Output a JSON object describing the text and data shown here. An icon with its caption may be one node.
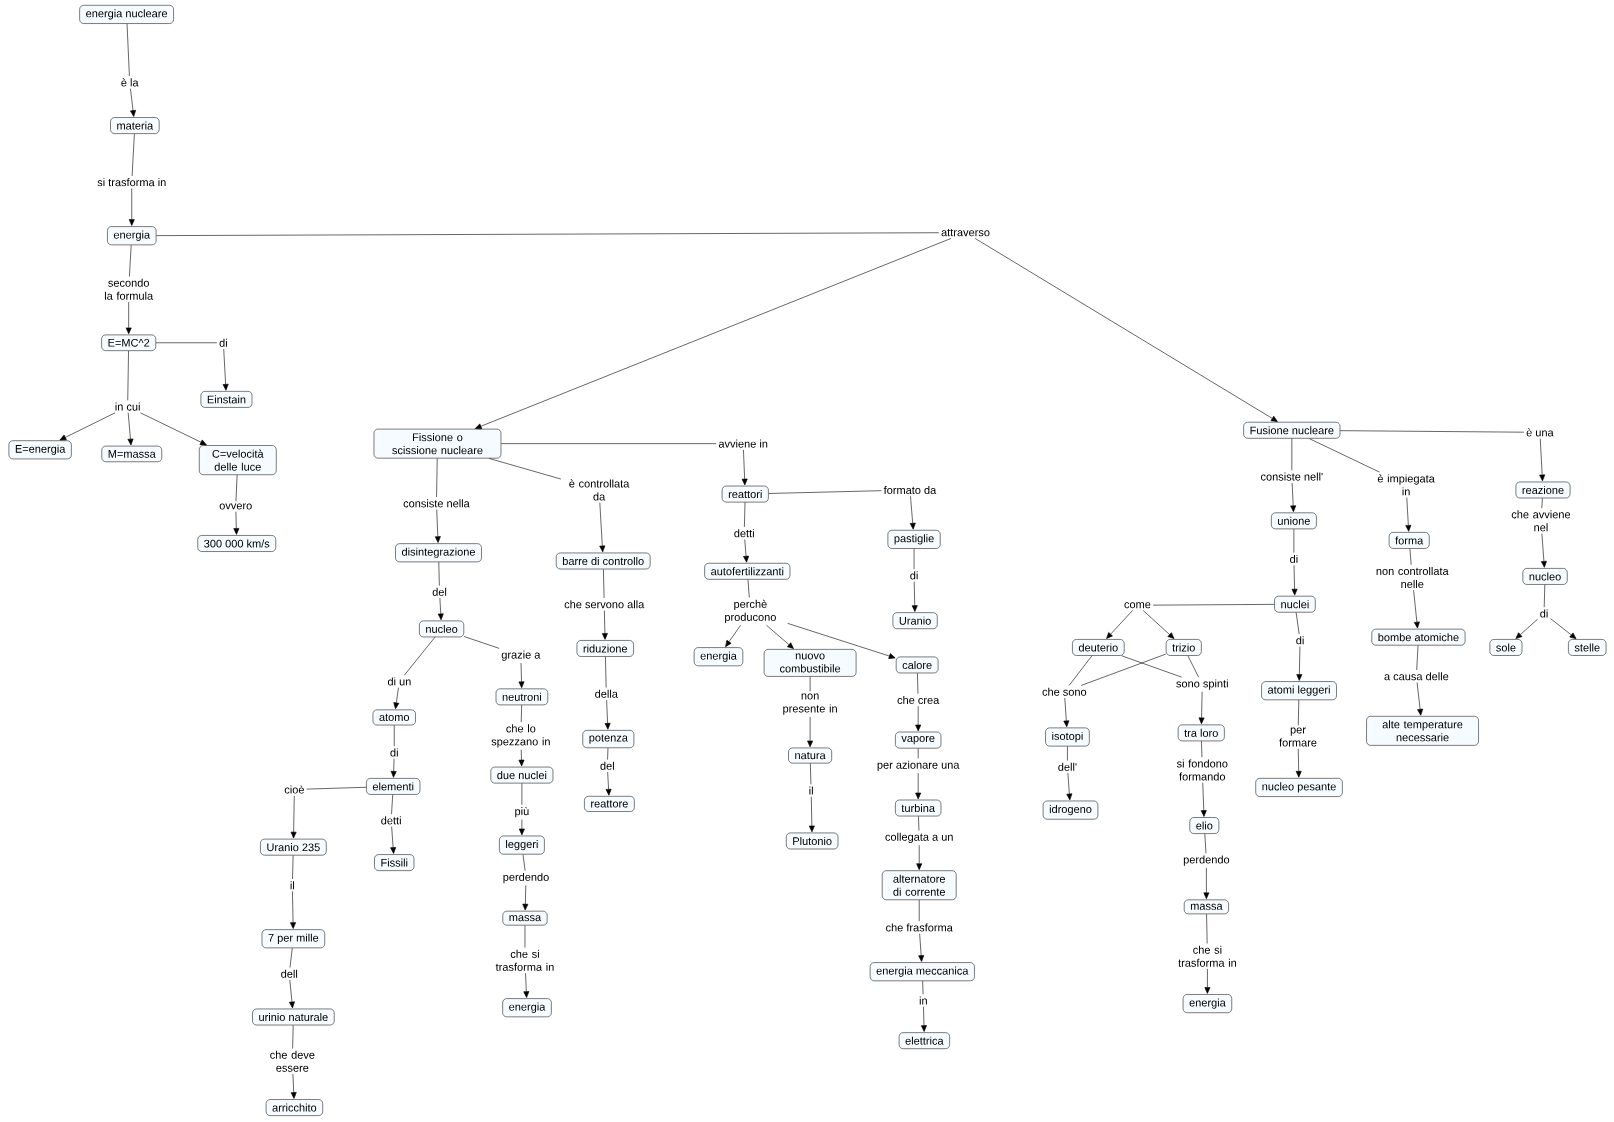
{
  "diagram": {
    "nodes": [
      {
        "text": [
          "energia nucleare"
        ]
      },
      {
        "text": [
          "è la"
        ]
      },
      {
        "text": [
          "materia"
        ]
      },
      {
        "text": [
          "si trasforma in"
        ]
      },
      {
        "text": [
          "energia"
        ]
      },
      {
        "text": [
          "secondo la formula"
        ]
      },
      {
        "text": [
          "E=MC^2"
        ]
      },
      {
        "text": [
          "di"
        ]
      },
      {
        "text": [
          "Einstain"
        ]
      },
      {
        "text": [
          "in cui"
        ]
      },
      {
        "text": [
          "E=energia"
        ]
      },
      {
        "text": [
          "M=massa"
        ]
      },
      {
        "text": [
          "C=velocità delle luce"
        ]
      },
      {
        "text": [
          "ovvero"
        ]
      },
      {
        "text": [
          "300 000 km/s"
        ]
      },
      {
        "text": [
          "attraverso"
        ]
      },
      {
        "text": [
          "Fissione o scissione nucleare"
        ]
      },
      {
        "text": [
          "Fusione nucleare"
        ]
      },
      {
        "text": [
          "consiste nella"
        ]
      },
      {
        "text": [
          "è controllata da"
        ]
      },
      {
        "text": [
          "avviene in"
        ]
      },
      {
        "text": [
          "disintegrazione"
        ]
      },
      {
        "text": [
          "barre di controllo"
        ]
      },
      {
        "text": [
          "reattori"
        ]
      },
      {
        "text": [
          "formato da"
        ]
      },
      {
        "text": [
          "del"
        ]
      },
      {
        "text": [
          "che servono alla"
        ]
      },
      {
        "text": [
          "detti"
        ]
      },
      {
        "text": [
          "pastiglie"
        ]
      },
      {
        "text": [
          "nucleo"
        ]
      },
      {
        "text": [
          "autofertilizzanti"
        ]
      },
      {
        "text": [
          "di"
        ]
      },
      {
        "text": [
          "riduzione"
        ]
      },
      {
        "text": [
          "perchè producono"
        ]
      },
      {
        "text": [
          "Uranio"
        ]
      },
      {
        "text": [
          "di un"
        ]
      },
      {
        "text": [
          "grazie a"
        ]
      },
      {
        "text": [
          "energia"
        ]
      },
      {
        "text": [
          "nuovo combustibile"
        ]
      },
      {
        "text": [
          "calore"
        ]
      },
      {
        "text": [
          "della"
        ]
      },
      {
        "text": [
          "neutroni"
        ]
      },
      {
        "text": [
          "atomo"
        ]
      },
      {
        "text": [
          "non presente in"
        ]
      },
      {
        "text": [
          "che crea"
        ]
      },
      {
        "text": [
          "potenza"
        ]
      },
      {
        "text": [
          "che lo spezzano in"
        ]
      },
      {
        "text": [
          "vapore"
        ]
      },
      {
        "text": [
          "di"
        ]
      },
      {
        "text": [
          "natura"
        ]
      },
      {
        "text": [
          "per azionare una"
        ]
      },
      {
        "text": [
          "del"
        ]
      },
      {
        "text": [
          "due nuclei"
        ]
      },
      {
        "text": [
          "cioè"
        ]
      },
      {
        "text": [
          "elementi"
        ]
      },
      {
        "text": [
          "il"
        ]
      },
      {
        "text": [
          "turbina"
        ]
      },
      {
        "text": [
          "reattore"
        ]
      },
      {
        "text": [
          "più"
        ]
      },
      {
        "text": [
          "detti"
        ]
      },
      {
        "text": [
          "collegata a un"
        ]
      },
      {
        "text": [
          "Plutonio"
        ]
      },
      {
        "text": [
          "Uranio 235"
        ]
      },
      {
        "text": [
          "Fissili"
        ]
      },
      {
        "text": [
          "leggeri"
        ]
      },
      {
        "text": [
          "alternatore di corrente"
        ]
      },
      {
        "text": [
          "il"
        ]
      },
      {
        "text": [
          "perdendo"
        ]
      },
      {
        "text": [
          "massa"
        ]
      },
      {
        "text": [
          "che frasforma"
        ]
      },
      {
        "text": [
          "7 per mille"
        ]
      },
      {
        "text": [
          "che si trasforma in"
        ]
      },
      {
        "text": [
          "energia meccanica"
        ]
      },
      {
        "text": [
          "dell"
        ]
      },
      {
        "text": [
          "energia"
        ]
      },
      {
        "text": [
          "in"
        ]
      },
      {
        "text": [
          "urinio naturale"
        ]
      },
      {
        "text": [
          "che deve essere"
        ]
      },
      {
        "text": [
          "elettrica"
        ]
      },
      {
        "text": [
          "arricchito"
        ]
      },
      {
        "text": [
          "consiste nell'"
        ]
      },
      {
        "text": [
          "è impiegata in"
        ]
      },
      {
        "text": [
          "è una"
        ]
      },
      {
        "text": [
          "reazione"
        ]
      },
      {
        "text": [
          "unione"
        ]
      },
      {
        "text": [
          "forma"
        ]
      },
      {
        "text": [
          "che avviene nel"
        ]
      },
      {
        "text": [
          "di"
        ]
      },
      {
        "text": [
          "non controllata nelle"
        ]
      },
      {
        "text": [
          "nucleo"
        ]
      },
      {
        "text": [
          "nuclei"
        ]
      },
      {
        "text": [
          "come"
        ]
      },
      {
        "text": [
          "di"
        ]
      },
      {
        "text": [
          "deuterio"
        ]
      },
      {
        "text": [
          "trizio"
        ]
      },
      {
        "text": [
          "bombe atomiche"
        ]
      },
      {
        "text": [
          "sole"
        ]
      },
      {
        "text": [
          "stelle"
        ]
      },
      {
        "text": [
          "di"
        ]
      },
      {
        "text": [
          "a causa delle"
        ]
      },
      {
        "text": [
          "che sono"
        ]
      },
      {
        "text": [
          "sono spinti"
        ]
      },
      {
        "text": [
          "atomi leggeri"
        ]
      },
      {
        "text": [
          "isotopi"
        ]
      },
      {
        "text": [
          "alte temperature necessarie"
        ]
      },
      {
        "text": [
          "tra loro"
        ]
      },
      {
        "text": [
          "per formare"
        ]
      },
      {
        "text": [
          "dell'"
        ]
      },
      {
        "text": [
          "si fondono formando"
        ]
      },
      {
        "text": [
          "nucleo pesante"
        ]
      },
      {
        "text": [
          "idrogeno"
        ]
      },
      {
        "text": [
          "elio"
        ]
      },
      {
        "text": [
          "perdendo"
        ]
      },
      {
        "text": [
          "massa"
        ]
      },
      {
        "text": [
          "che si trasforma in"
        ]
      },
      {
        "text": [
          "energia"
        ]
      }
    ],
    "edges": [
      {
        "from": 0,
        "to": 1,
        "arrow": "none"
      },
      {
        "from": 1,
        "to": 2,
        "arrow": "to"
      },
      {
        "from": 2,
        "to": 3,
        "arrow": "none"
      },
      {
        "from": 3,
        "to": 4,
        "arrow": "to"
      },
      {
        "from": 4,
        "to": 5,
        "arrow": "none"
      },
      {
        "from": 5,
        "to": 6,
        "arrow": "to"
      },
      {
        "from": 6,
        "to": 7,
        "arrow": "none"
      },
      {
        "from": 7,
        "to": 8,
        "arrow": "to"
      },
      {
        "from": 6,
        "to": 9,
        "arrow": "none"
      },
      {
        "from": 9,
        "to": 10,
        "arrow": "to"
      },
      {
        "from": 9,
        "to": 11,
        "arrow": "to"
      },
      {
        "from": 9,
        "to": 12,
        "arrow": "to"
      },
      {
        "from": 12,
        "to": 13,
        "arrow": "none"
      },
      {
        "from": 13,
        "to": 14,
        "arrow": "to"
      },
      {
        "from": 4,
        "to": 15,
        "arrow": "none"
      },
      {
        "from": 15,
        "to": 16,
        "arrow": "to"
      },
      {
        "from": 15,
        "to": 17,
        "arrow": "to"
      },
      {
        "from": 16,
        "to": 18,
        "arrow": "none"
      },
      {
        "from": 18,
        "to": 21,
        "arrow": "to"
      },
      {
        "from": 16,
        "to": 19,
        "arrow": "none"
      },
      {
        "from": 19,
        "to": 22,
        "arrow": "to"
      },
      {
        "from": 16,
        "to": 20,
        "arrow": "none"
      },
      {
        "from": 20,
        "to": 23,
        "arrow": "to"
      },
      {
        "from": 23,
        "to": 24,
        "arrow": "none"
      },
      {
        "from": 24,
        "to": 28,
        "arrow": "to"
      },
      {
        "from": 23,
        "to": 27,
        "arrow": "none"
      },
      {
        "from": 27,
        "to": 30,
        "arrow": "to"
      },
      {
        "from": 21,
        "to": 25,
        "arrow": "none"
      },
      {
        "from": 25,
        "to": 29,
        "arrow": "to"
      },
      {
        "from": 22,
        "to": 26,
        "arrow": "none"
      },
      {
        "from": 26,
        "to": 32,
        "arrow": "to"
      },
      {
        "from": 28,
        "to": 31,
        "arrow": "none"
      },
      {
        "from": 31,
        "to": 34,
        "arrow": "to"
      },
      {
        "from": 30,
        "to": 33,
        "arrow": "none"
      },
      {
        "from": 33,
        "to": 37,
        "arrow": "to"
      },
      {
        "from": 33,
        "to": 38,
        "arrow": "to"
      },
      {
        "from": 33,
        "to": 39,
        "arrow": "to"
      },
      {
        "from": 29,
        "to": 35,
        "arrow": "none"
      },
      {
        "from": 35,
        "to": 42,
        "arrow": "to"
      },
      {
        "from": 29,
        "to": 36,
        "arrow": "none"
      },
      {
        "from": 36,
        "to": 41,
        "arrow": "to"
      },
      {
        "from": 32,
        "to": 40,
        "arrow": "none"
      },
      {
        "from": 40,
        "to": 45,
        "arrow": "to"
      },
      {
        "from": 38,
        "to": 43,
        "arrow": "none"
      },
      {
        "from": 43,
        "to": 49,
        "arrow": "to"
      },
      {
        "from": 39,
        "to": 44,
        "arrow": "none"
      },
      {
        "from": 44,
        "to": 47,
        "arrow": "to"
      },
      {
        "from": 41,
        "to": 46,
        "arrow": "none"
      },
      {
        "from": 46,
        "to": 52,
        "arrow": "to"
      },
      {
        "from": 42,
        "to": 48,
        "arrow": "none"
      },
      {
        "from": 48,
        "to": 54,
        "arrow": "to"
      },
      {
        "from": 47,
        "to": 50,
        "arrow": "none"
      },
      {
        "from": 50,
        "to": 56,
        "arrow": "to"
      },
      {
        "from": 45,
        "to": 51,
        "arrow": "none"
      },
      {
        "from": 51,
        "to": 57,
        "arrow": "to"
      },
      {
        "from": 54,
        "to": 53,
        "arrow": "none"
      },
      {
        "from": 53,
        "to": 62,
        "arrow": "to"
      },
      {
        "from": 49,
        "to": 55,
        "arrow": "none"
      },
      {
        "from": 55,
        "to": 61,
        "arrow": "to"
      },
      {
        "from": 52,
        "to": 58,
        "arrow": "none"
      },
      {
        "from": 58,
        "to": 64,
        "arrow": "to"
      },
      {
        "from": 54,
        "to": 59,
        "arrow": "none"
      },
      {
        "from": 59,
        "to": 63,
        "arrow": "to"
      },
      {
        "from": 56,
        "to": 60,
        "arrow": "none"
      },
      {
        "from": 60,
        "to": 65,
        "arrow": "to"
      },
      {
        "from": 62,
        "to": 66,
        "arrow": "none"
      },
      {
        "from": 66,
        "to": 70,
        "arrow": "to"
      },
      {
        "from": 64,
        "to": 67,
        "arrow": "none"
      },
      {
        "from": 67,
        "to": 68,
        "arrow": "to"
      },
      {
        "from": 65,
        "to": 69,
        "arrow": "none"
      },
      {
        "from": 69,
        "to": 72,
        "arrow": "to"
      },
      {
        "from": 68,
        "to": 71,
        "arrow": "none"
      },
      {
        "from": 71,
        "to": 74,
        "arrow": "to"
      },
      {
        "from": 70,
        "to": 73,
        "arrow": "none"
      },
      {
        "from": 73,
        "to": 76,
        "arrow": "to"
      },
      {
        "from": 72,
        "to": 75,
        "arrow": "none"
      },
      {
        "from": 75,
        "to": 78,
        "arrow": "to"
      },
      {
        "from": 76,
        "to": 77,
        "arrow": "none"
      },
      {
        "from": 77,
        "to": 79,
        "arrow": "to"
      },
      {
        "from": 17,
        "to": 80,
        "arrow": "none"
      },
      {
        "from": 80,
        "to": 84,
        "arrow": "to"
      },
      {
        "from": 17,
        "to": 81,
        "arrow": "none"
      },
      {
        "from": 81,
        "to": 85,
        "arrow": "to"
      },
      {
        "from": 17,
        "to": 82,
        "arrow": "none"
      },
      {
        "from": 82,
        "to": 83,
        "arrow": "to"
      },
      {
        "from": 83,
        "to": 86,
        "arrow": "none"
      },
      {
        "from": 86,
        "to": 89,
        "arrow": "to"
      },
      {
        "from": 84,
        "to": 87,
        "arrow": "none"
      },
      {
        "from": 87,
        "to": 90,
        "arrow": "to"
      },
      {
        "from": 85,
        "to": 88,
        "arrow": "none"
      },
      {
        "from": 88,
        "to": 95,
        "arrow": "to"
      },
      {
        "from": 89,
        "to": 92,
        "arrow": "none"
      },
      {
        "from": 92,
        "to": 96,
        "arrow": "to"
      },
      {
        "from": 92,
        "to": 97,
        "arrow": "to"
      },
      {
        "from": 90,
        "to": 91,
        "arrow": "none"
      },
      {
        "from": 91,
        "to": 93,
        "arrow": "to"
      },
      {
        "from": 91,
        "to": 94,
        "arrow": "to"
      },
      {
        "from": 90,
        "to": 98,
        "arrow": "none"
      },
      {
        "from": 98,
        "to": 102,
        "arrow": "to"
      },
      {
        "from": 95,
        "to": 99,
        "arrow": "none"
      },
      {
        "from": 99,
        "to": 104,
        "arrow": "to"
      },
      {
        "from": 93,
        "to": 100,
        "arrow": "none"
      },
      {
        "from": 94,
        "to": 100,
        "arrow": "none"
      },
      {
        "from": 93,
        "to": 101,
        "arrow": "none"
      },
      {
        "from": 94,
        "to": 101,
        "arrow": "none"
      },
      {
        "from": 100,
        "to": 103,
        "arrow": "to"
      },
      {
        "from": 101,
        "to": 105,
        "arrow": "to"
      },
      {
        "from": 102,
        "to": 106,
        "arrow": "none"
      },
      {
        "from": 106,
        "to": 109,
        "arrow": "to"
      },
      {
        "from": 103,
        "to": 107,
        "arrow": "none"
      },
      {
        "from": 107,
        "to": 110,
        "arrow": "to"
      },
      {
        "from": 105,
        "to": 108,
        "arrow": "none"
      },
      {
        "from": 108,
        "to": 111,
        "arrow": "to"
      },
      {
        "from": 111,
        "to": 112,
        "arrow": "none"
      },
      {
        "from": 112,
        "to": 113,
        "arrow": "to"
      },
      {
        "from": 113,
        "to": 114,
        "arrow": "none"
      },
      {
        "from": 114,
        "to": 115,
        "arrow": "to"
      }
    ]
  }
}
